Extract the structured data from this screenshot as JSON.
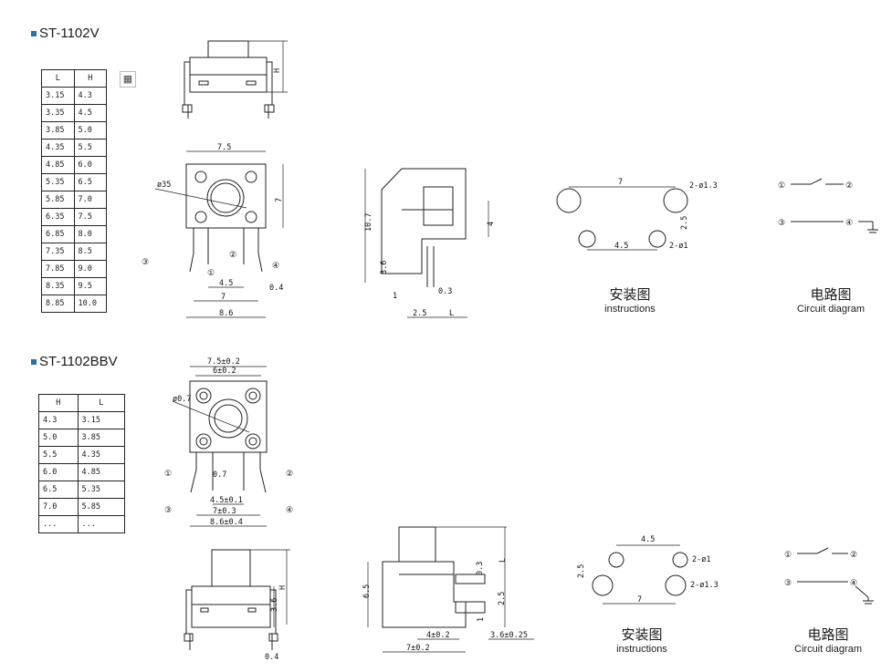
{
  "sections": [
    {
      "title": "ST-1102V",
      "table_headers": [
        "L",
        "H"
      ],
      "table_rows": [
        [
          "3.15",
          "4.3"
        ],
        [
          "3.35",
          "4.5"
        ],
        [
          "3.85",
          "5.0"
        ],
        [
          "4.35",
          "5.5"
        ],
        [
          "4.85",
          "6.0"
        ],
        [
          "5.35",
          "6.5"
        ],
        [
          "5.85",
          "7.0"
        ],
        [
          "6.35",
          "7.5"
        ],
        [
          "6.85",
          "8.0"
        ],
        [
          "7.35",
          "8.5"
        ],
        [
          "7.85",
          "9.0"
        ],
        [
          "8.35",
          "9.5"
        ],
        [
          "8.85",
          "10.0"
        ]
      ],
      "dims": {
        "front_h": "H",
        "top_w": "7.5",
        "top_d": "ø35",
        "top_side": "7",
        "pin_45": "4.5",
        "pin_7": "7",
        "pin_86": "8.6",
        "pin_04": "0.4",
        "side_107": "10.7",
        "side_4": "4",
        "side_36": "3.6",
        "side_1": "1",
        "side_03": "0.3",
        "side_25": "2.5",
        "side_L": "L",
        "inst_7": "7",
        "inst_hole1": "2-ø1.3",
        "inst_25": "2.5",
        "inst_45": "4.5",
        "inst_hole2": "2-ø1",
        "pins": [
          "①",
          "②",
          "③",
          "④"
        ]
      },
      "instructions_cn": "安装图",
      "instructions_en": "instructions",
      "circuit_cn": "电路图",
      "circuit_en": "Circuit diagram"
    },
    {
      "title": "ST-1102BBV",
      "table_headers": [
        "H",
        "L"
      ],
      "table_rows": [
        [
          "4.3",
          "3.15"
        ],
        [
          "5.0",
          "3.85"
        ],
        [
          "5.5",
          "4.35"
        ],
        [
          "6.0",
          "4.85"
        ],
        [
          "6.5",
          "5.35"
        ],
        [
          "7.0",
          "5.85"
        ],
        [
          "...",
          "..."
        ]
      ],
      "dims": {
        "top_w1": "7.5±0.2",
        "top_w2": "6±0.2",
        "top_d": "ø0.7",
        "pin_07": "0.7",
        "pin_45": "4.5±0.1",
        "pin_7": "7±0.3",
        "pin_86": "8.6±0.4",
        "front_h": "H",
        "front_36": "3.6",
        "front_04": "0.4",
        "side_L": "L",
        "side_03": "0.3",
        "side_65": "6.5",
        "side_25": "2.5",
        "side_1": "1",
        "side_4": "4±0.2",
        "side_7": "7±0.2",
        "side_36": "3.6±0.25",
        "inst_45": "4.5",
        "inst_hole1": "2-ø1",
        "inst_25": "2.5",
        "inst_hole2": "2-ø1.3",
        "inst_7": "7",
        "pins": [
          "①",
          "②",
          "③",
          "④"
        ]
      },
      "instructions_cn": "安装图",
      "instructions_en": "instructions",
      "circuit_cn": "电路图",
      "circuit_en": "Circuit diagram"
    }
  ],
  "icon": "calculator-icon"
}
